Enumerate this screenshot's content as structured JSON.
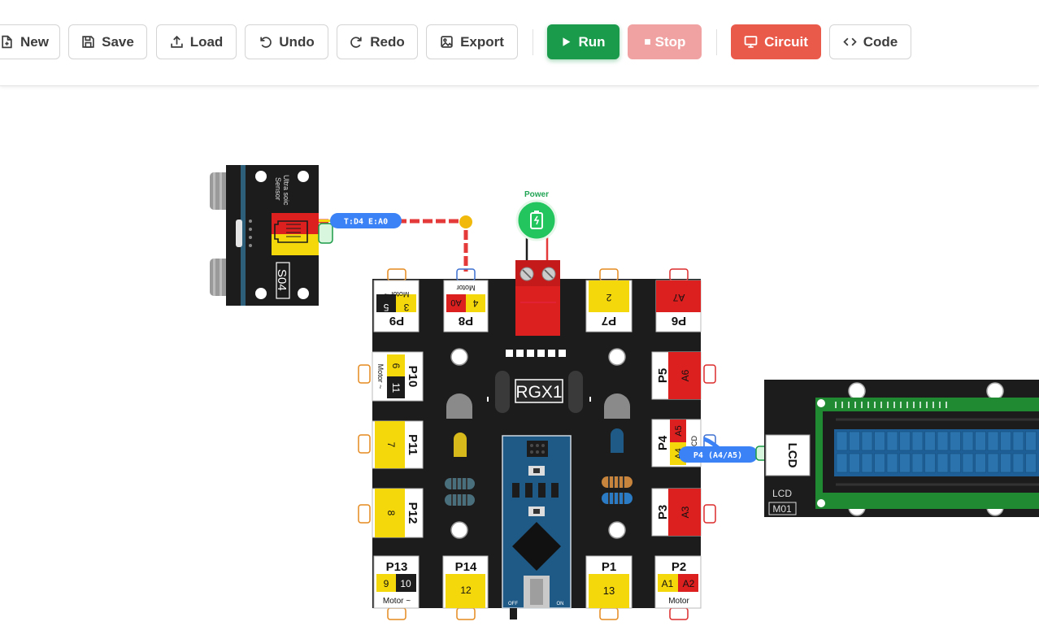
{
  "toolbar": {
    "buttons": [
      {
        "key": "new",
        "label": "New",
        "icon": "new-file-icon"
      },
      {
        "key": "save",
        "label": "Save",
        "icon": "save-icon"
      },
      {
        "key": "load",
        "label": "Load",
        "icon": "upload-icon"
      },
      {
        "key": "undo",
        "label": "Undo",
        "icon": "undo-icon"
      },
      {
        "key": "redo",
        "label": "Redo",
        "icon": "redo-icon"
      },
      {
        "key": "export",
        "label": "Export",
        "icon": "image-icon"
      },
      {
        "key": "run",
        "label": "Run",
        "icon": "play-icon"
      },
      {
        "key": "stop",
        "label": "Stop",
        "icon": "stop-icon"
      },
      {
        "key": "circuit",
        "label": "Circuit",
        "icon": "monitor-icon"
      },
      {
        "key": "code",
        "label": "Code",
        "icon": "code-icon"
      }
    ]
  },
  "colors": {
    "run": "#1a9a4b",
    "stop_disabled": "#f0a2a2",
    "circuit_active": "#ea5a4b",
    "board": "#1c1c1c",
    "port_yellow": "#f5d80c",
    "port_red": "#dc1f1f",
    "wire_red": "#e43a3a",
    "connection_badge": "#3b82f6",
    "power_green": "#22c55e"
  },
  "ultrasonic": {
    "title_line1": "Ultra soic",
    "title_line2": "Sensor",
    "model": "S04"
  },
  "wires": {
    "ultrasonic_label": "T:D4 E:A0",
    "lcd_label": "P4 (A4/A5)"
  },
  "power": {
    "label": "Power"
  },
  "board": {
    "name": "RGX1",
    "switch_off": "OFF",
    "switch_on": "ON",
    "ports": {
      "p9": {
        "name": "P9",
        "motor": "Motor ~",
        "pin_a": "5",
        "pin_b": "3"
      },
      "p8": {
        "name": "P8",
        "motor": "Motor",
        "pin_a": "A0",
        "pin_b": "4"
      },
      "p7": {
        "name": "P7",
        "pin": "2"
      },
      "p6": {
        "name": "P6",
        "pin": "A7"
      },
      "p10": {
        "name": "P10",
        "motor": "Motor ~",
        "pin_a": "6",
        "pin_b": "11"
      },
      "p11": {
        "name": "P11",
        "pin": "7"
      },
      "p12": {
        "name": "P12",
        "pin": "8"
      },
      "p5": {
        "name": "P5",
        "pin": "A6"
      },
      "p4": {
        "name": "P4",
        "tag": "LCD",
        "pin_a": "A5",
        "pin_b": "A4"
      },
      "p3": {
        "name": "P3",
        "pin": "A3"
      },
      "p13": {
        "name": "P13",
        "motor": "Motor ~",
        "pin_a": "9",
        "pin_b": "10"
      },
      "p14": {
        "name": "P14",
        "pin": "12"
      },
      "p1": {
        "name": "P1",
        "pin": "13"
      },
      "p2": {
        "name": "P2",
        "motor": "Motor",
        "pin_a": "A1",
        "pin_b": "A2"
      }
    }
  },
  "lcd": {
    "connector": "LCD",
    "label": "LCD",
    "model": "M01"
  }
}
